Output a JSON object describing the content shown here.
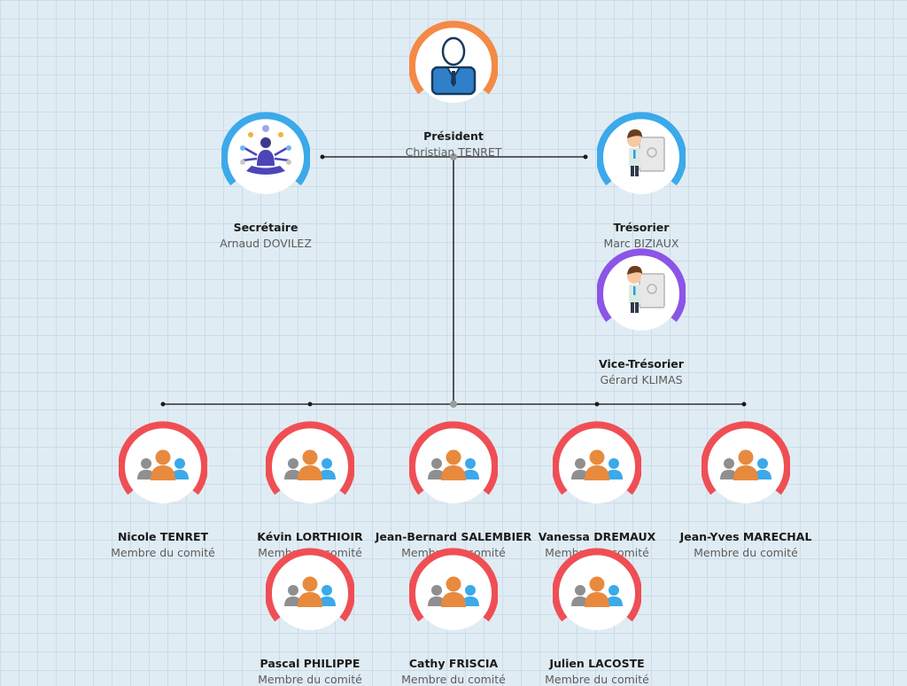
{
  "colors": {
    "president": "#f38a45",
    "officer": "#3ba9ea",
    "vice": "#8c55e6",
    "member": "#ef4f54",
    "connector": "#2f2f2f",
    "junction": "#9a9a9a"
  },
  "president": {
    "role": "Président",
    "name": "Christian TENRET",
    "icon": "businessman-icon"
  },
  "secretary": {
    "role": "Secrétaire",
    "name": "Arnaud DOVILEZ",
    "icon": "multitasking-person-icon"
  },
  "treasurer": {
    "role": "Trésorier",
    "name": "Marc BIZIAUX",
    "icon": "man-with-safe-icon"
  },
  "vice_treasurer": {
    "role": "Vice-Trésorier",
    "name": "Gérard KLIMAS",
    "icon": "man-with-safe-icon"
  },
  "members": [
    {
      "name": "Nicole TENRET",
      "role": "Membre du comité",
      "icon": "group-people-icon"
    },
    {
      "name": "Kévin LORTHIOIR",
      "role": "Membre du comité",
      "icon": "group-people-icon"
    },
    {
      "name": "Jean-Bernard SALEMBIER",
      "role": "Membre du comité",
      "icon": "group-people-icon"
    },
    {
      "name": "Vanessa DREMAUX",
      "role": "Membre du comité",
      "icon": "group-people-icon"
    },
    {
      "name": "Jean-Yves MARECHAL",
      "role": "Membre du comité",
      "icon": "group-people-icon"
    },
    {
      "name": "Pascal PHILIPPE",
      "role": "Membre du comité",
      "icon": "group-people-icon"
    },
    {
      "name": "Cathy FRISCIA",
      "role": "Membre du comité",
      "icon": "group-people-icon"
    },
    {
      "name": "Julien LACOSTE",
      "role": "Membre du comité",
      "icon": "group-people-icon"
    }
  ]
}
